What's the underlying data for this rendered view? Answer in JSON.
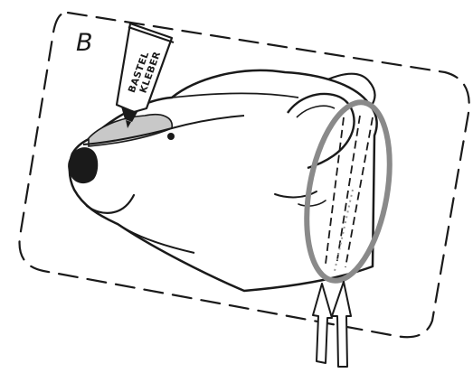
{
  "step": {
    "letter": "B"
  },
  "glue_tube": {
    "label_line1": "BASTEL",
    "label_line2": "KLEBER"
  },
  "colors": {
    "outline": "#1a1a1a",
    "glue_highlight": "#c8c8c8",
    "ring": "#8a8a8a",
    "dotted_guide": "#9a9a9a"
  },
  "icons": {
    "tube": "glue-tube-icon",
    "arrows": "arrow-up-icon"
  }
}
